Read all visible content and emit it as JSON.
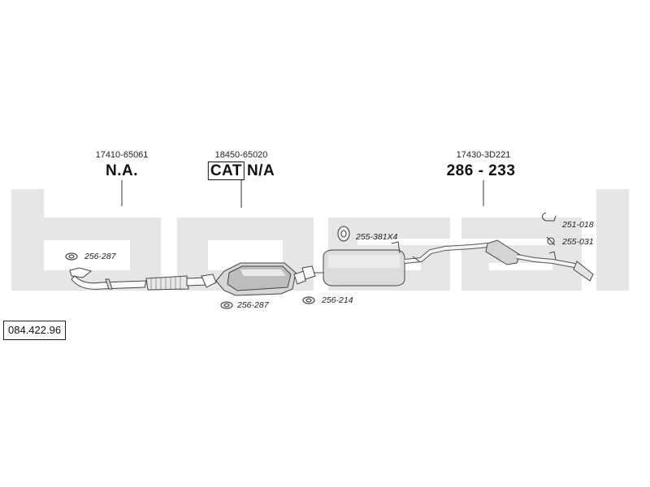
{
  "watermark": {
    "text": "bosal",
    "color": "#e6e6e6"
  },
  "article_number": "084.422.96",
  "groups": [
    {
      "part_number": "17410-65061",
      "code": "N.A."
    },
    {
      "part_number": "18450-65020",
      "cat_label": "CAT",
      "code": "N/A"
    },
    {
      "part_number": "17430-3D221",
      "code": "286 - 233"
    }
  ],
  "refs": {
    "gasket_front": "256-287",
    "gasket_cat": "256-287",
    "gasket_mid": "256-214",
    "rubber_mount": "255-381X4",
    "hanger_rear": "251-018",
    "clamp_rear": "255-031"
  },
  "icons": [
    "gasket-icon",
    "rubber-mount-icon",
    "hanger-icon",
    "clamp-icon"
  ]
}
